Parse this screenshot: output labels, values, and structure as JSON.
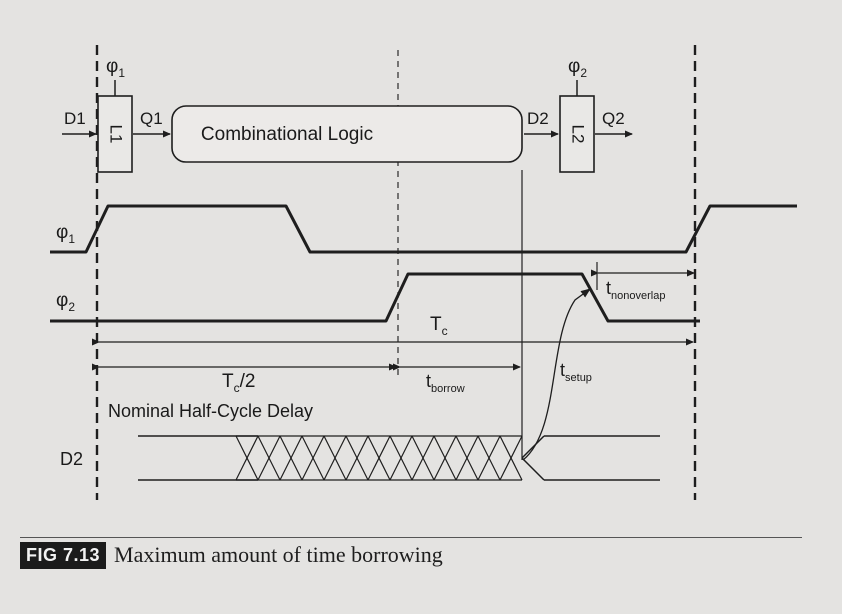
{
  "latch1": {
    "label": "L1",
    "input": "D1",
    "output": "Q1",
    "clock": "φ",
    "clock_sub": "1"
  },
  "logic": {
    "label": "Combinational Logic"
  },
  "latch2": {
    "label": "L2",
    "input": "D2",
    "output": "Q2",
    "clock": "φ",
    "clock_sub": "2"
  },
  "signals": {
    "phi1": {
      "base": "φ",
      "sub": "1"
    },
    "phi2": {
      "base": "φ",
      "sub": "2"
    },
    "d2": "D2"
  },
  "timing": {
    "tc": {
      "base": "T",
      "sub": "c"
    },
    "tc_half": {
      "base": "T",
      "sub": "c",
      "suffix": "/2"
    },
    "tborrow": {
      "base": "t",
      "sub": "borrow"
    },
    "tsetup": {
      "base": "t",
      "sub": "setup"
    },
    "tnonoverlap": {
      "base": "t",
      "sub": "nonoverlap"
    },
    "nominal_label": "Nominal Half-Cycle Delay"
  },
  "caption": {
    "badge": "FIG 7.13",
    "text": "Maximum amount of time borrowing"
  }
}
